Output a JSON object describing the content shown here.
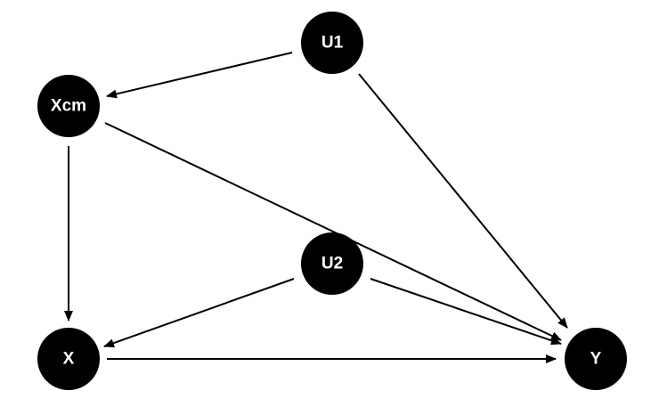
{
  "diagram": {
    "nodes": [
      {
        "id": "U1",
        "label": "U1"
      },
      {
        "id": "Xcm",
        "label": "Xcm"
      },
      {
        "id": "U2",
        "label": "U2"
      },
      {
        "id": "X",
        "label": "X"
      },
      {
        "id": "Y",
        "label": "Y"
      }
    ],
    "edges": [
      {
        "from": "U1",
        "to": "Xcm"
      },
      {
        "from": "U1",
        "to": "Y"
      },
      {
        "from": "Xcm",
        "to": "X"
      },
      {
        "from": "Xcm",
        "to": "Y"
      },
      {
        "from": "U2",
        "to": "X"
      },
      {
        "from": "U2",
        "to": "Y"
      },
      {
        "from": "X",
        "to": "Y"
      }
    ],
    "node_fill": "#000000",
    "label_color": "#ffffff",
    "edge_color": "#000000"
  }
}
